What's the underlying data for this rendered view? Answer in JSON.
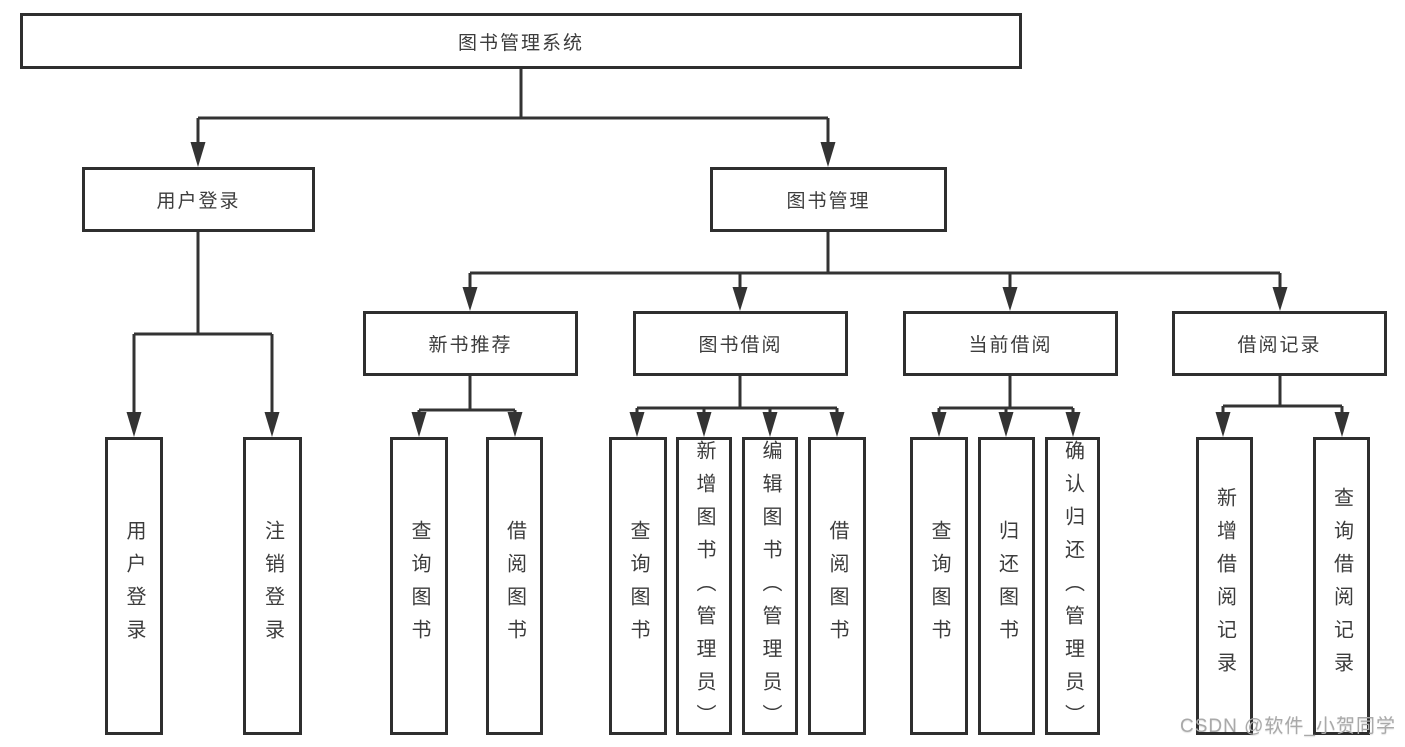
{
  "diagram": {
    "root": "图书管理系统",
    "level1": {
      "login": "用户登录",
      "management": "图书管理"
    },
    "level2": {
      "newbook": "新书推荐",
      "borrow": "图书借阅",
      "current": "当前借阅",
      "records": "借阅记录"
    },
    "leaves": {
      "login": [
        "用户登录",
        "注销登录"
      ],
      "newbook": [
        "查询图书",
        "借阅图书"
      ],
      "borrow": [
        "查询图书",
        "新增图书（管理员）",
        "编辑图书（管理员）",
        "借阅图书"
      ],
      "current": [
        "查询图书",
        "归还图书",
        "确认归还（管理员）"
      ],
      "records": [
        "新增借阅记录",
        "查询借阅记录"
      ]
    }
  },
  "watermark": "CSDN @软件_小贺同学",
  "colors": {
    "line": "#333333",
    "border": "#2f2f2f",
    "text": "#3c3c3c",
    "watermark_text": "#a9a9a9",
    "background": "#ffffff"
  }
}
